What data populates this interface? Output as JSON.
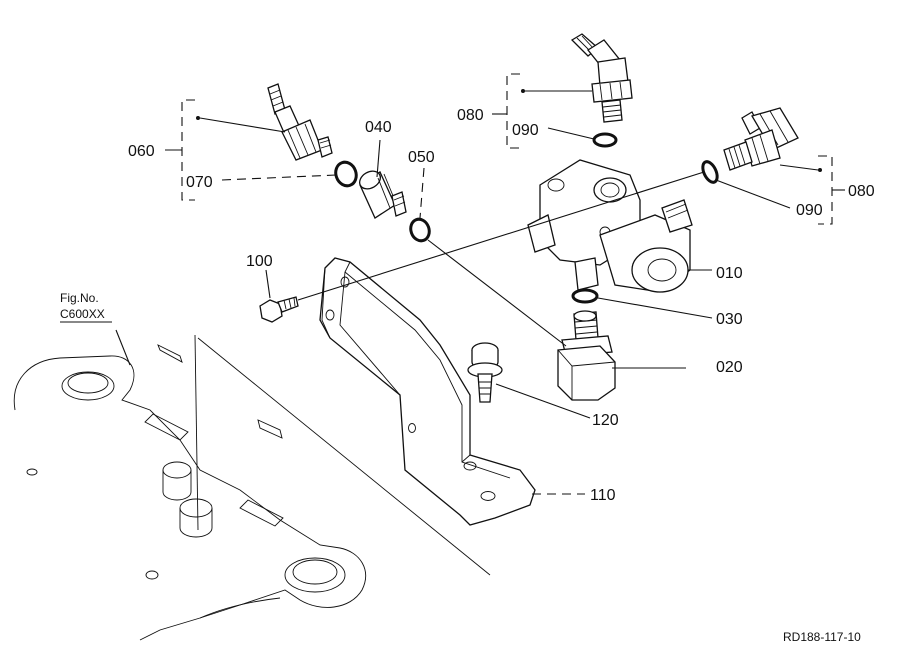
{
  "labels": {
    "p010": "010",
    "p020": "020",
    "p030": "030",
    "p040": "040",
    "p050": "050",
    "p060": "060",
    "p070": "070",
    "p080_top": "080",
    "p080_right": "080",
    "p090_top": "090",
    "p090_right": "090",
    "p100": "100",
    "p110": "110",
    "p120": "120"
  },
  "figref": {
    "line1": "Fig.No.",
    "line2": "C600XX"
  },
  "drawing_code": "RD188-117-10"
}
